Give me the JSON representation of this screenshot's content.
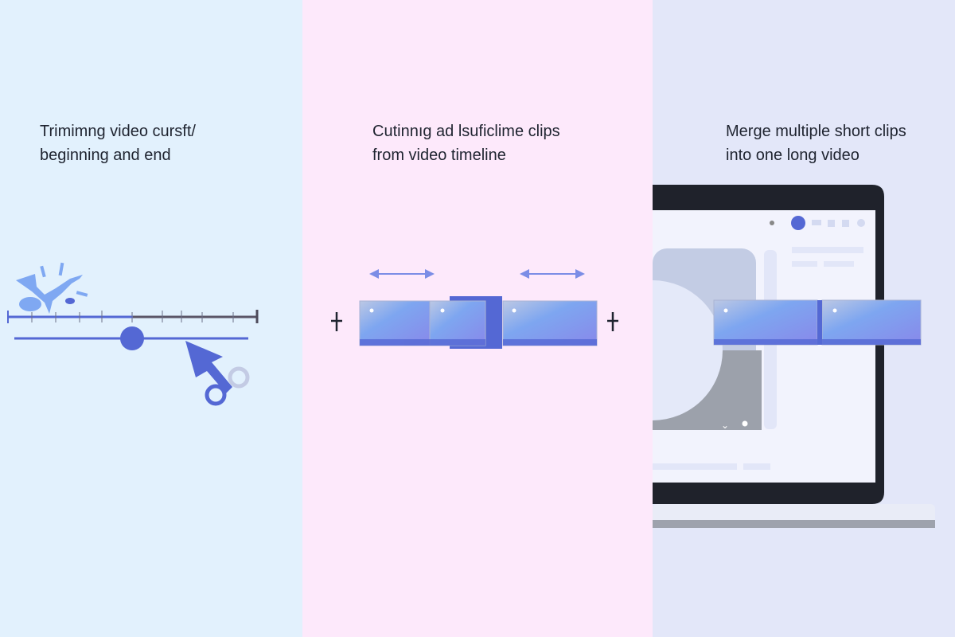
{
  "panels": [
    {
      "caption_line1": "Trimimng video cursft/",
      "caption_line2": "beginning and end",
      "icons": [
        "timeline-icon",
        "scrubber-icon",
        "cursor-icon",
        "scissors-icon",
        "break-icon"
      ]
    },
    {
      "caption_line1": "Cutinnıg ad lsuficlime clips",
      "caption_line2": "from video timeline",
      "icons": [
        "arrow-both-icon",
        "clip-icon",
        "cut-marker-icon"
      ]
    },
    {
      "caption_line1": "Merge multiple short clips",
      "caption_line2": "into one long video",
      "icons": [
        "laptop-icon",
        "clip-icon"
      ]
    }
  ],
  "colors": {
    "accent": "#5468d4",
    "panel1": "#e2f1fd",
    "panel2": "#fde9fb",
    "panel3": "#e3e7f9",
    "laptop_frame": "#1f222b"
  }
}
